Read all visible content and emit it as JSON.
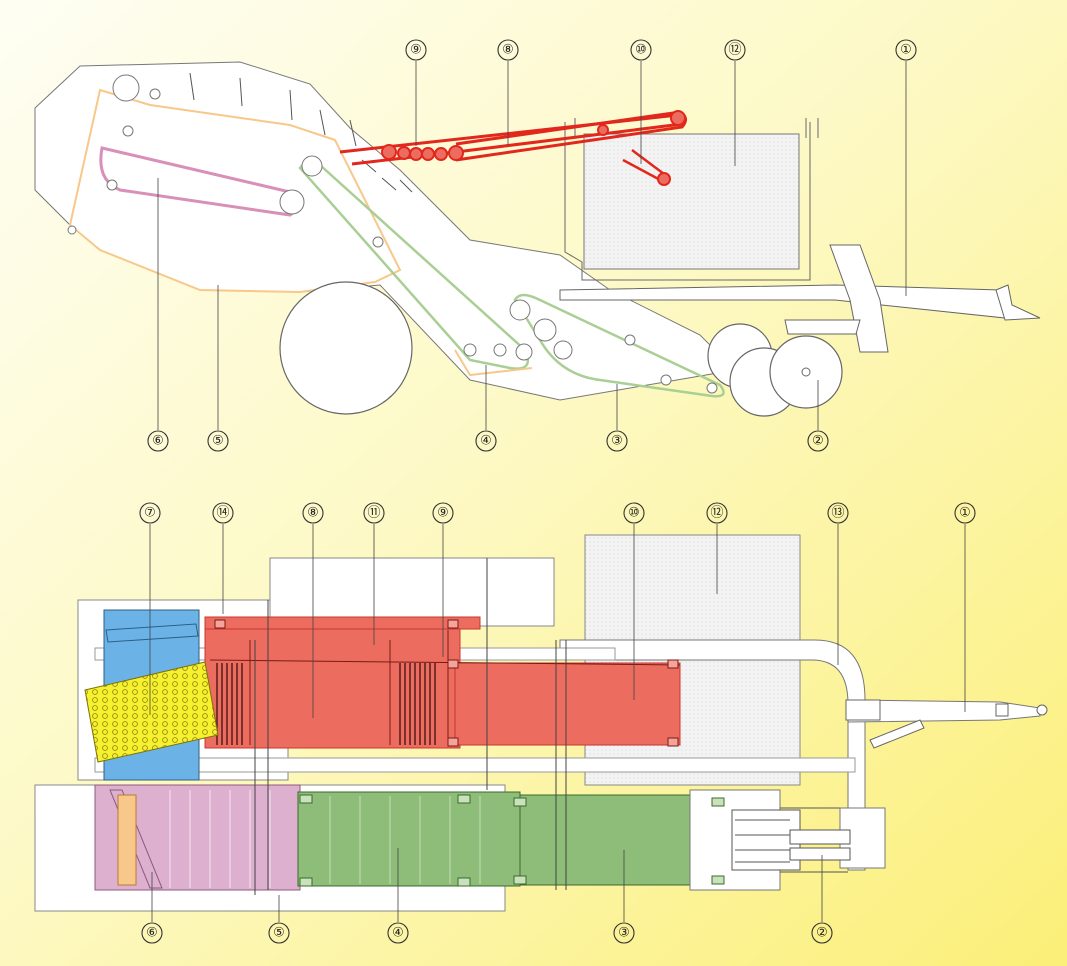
{
  "colors": {
    "background_top": "#fdfce6",
    "background_bottom": "#fbf07a",
    "red_conveyor": "#e2271c",
    "red_fill": "#ec6d5f",
    "pink_belt": "#d88fb8",
    "pink_fill": "#ddb0cf",
    "green_belt": "#a9cf94",
    "green_fill": "#8dbd78",
    "blue_fill": "#6bb3e6",
    "yellow_fill": "#f6f12e",
    "orange_outline": "#f7c88a",
    "tank_grey": "#f0f0f0"
  },
  "side_view": {
    "labels": [
      "⑨",
      "⑧",
      "⑩",
      "⑫",
      "①",
      "⑥",
      "⑤",
      "④",
      "③",
      "②"
    ]
  },
  "top_view": {
    "labels": [
      "⑦",
      "⑭",
      "⑧",
      "⑪",
      "⑨",
      "⑩",
      "⑫",
      "⑬",
      "①",
      "⑥",
      "⑤",
      "④",
      "③",
      "②"
    ]
  }
}
